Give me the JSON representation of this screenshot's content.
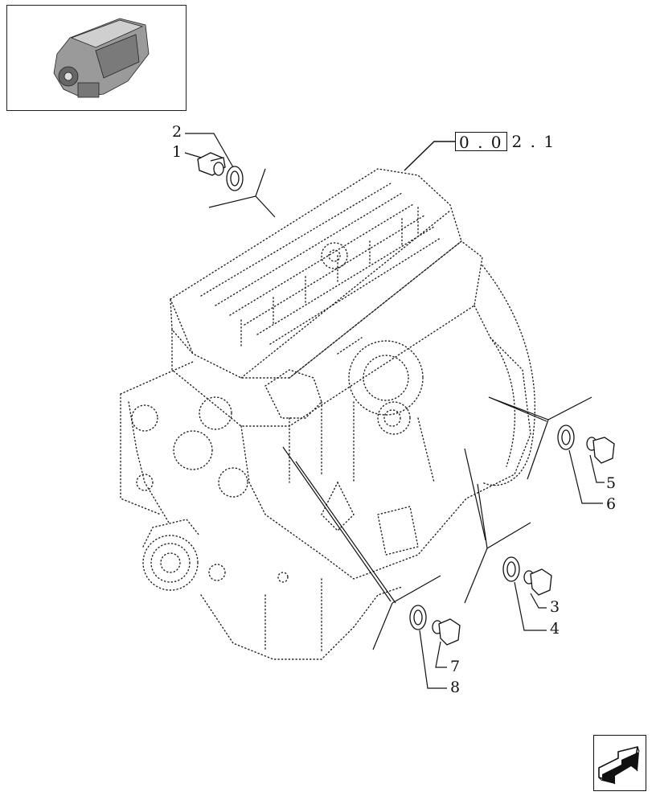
{
  "reference": {
    "boxed": "0 . 0",
    "rest": "2 . 1"
  },
  "callouts": [
    {
      "id": "1",
      "label": "1"
    },
    {
      "id": "2",
      "label": "2"
    },
    {
      "id": "3",
      "label": "3"
    },
    {
      "id": "4",
      "label": "4"
    },
    {
      "id": "5",
      "label": "5"
    },
    {
      "id": "6",
      "label": "6"
    },
    {
      "id": "7",
      "label": "7"
    },
    {
      "id": "8",
      "label": "8"
    }
  ],
  "thumbnail": {
    "icon": "engine-thumbnail-icon"
  },
  "navigation": {
    "icon": "next-page-arrow-icon"
  },
  "colors": {
    "ink": "#111111",
    "paper": "#ffffff"
  }
}
